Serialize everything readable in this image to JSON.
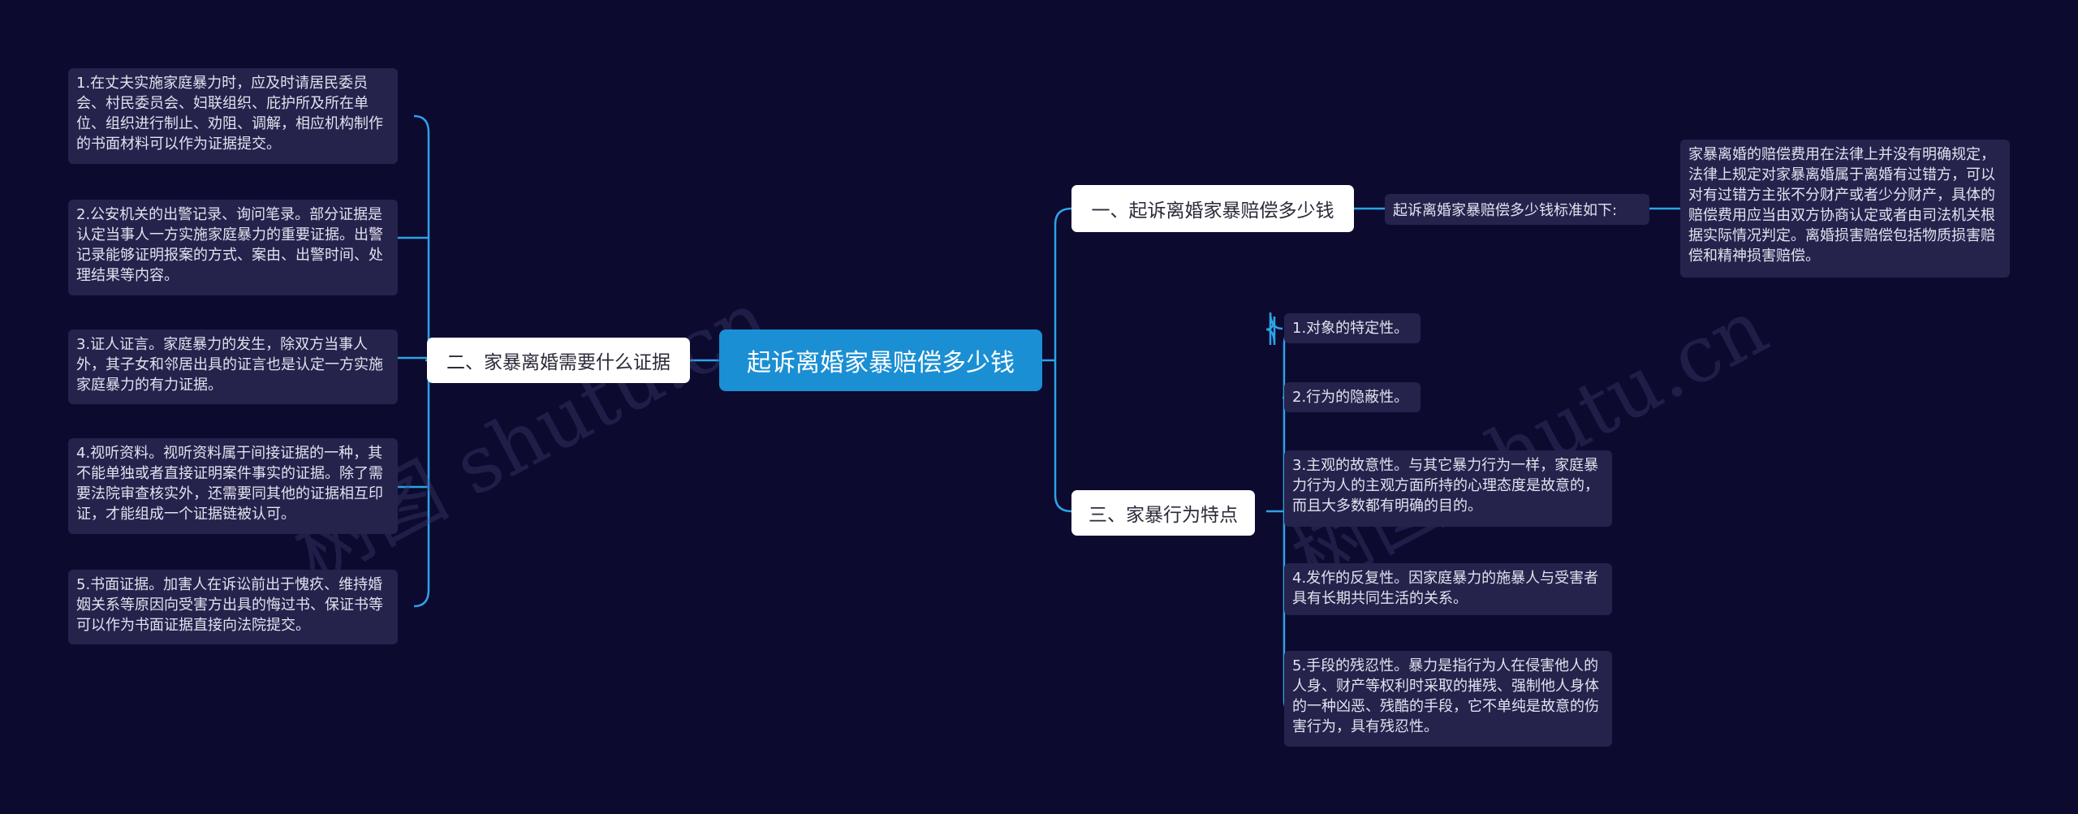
{
  "mindmap": {
    "root": "起诉离婚家暴赔偿多少钱",
    "branch_compensation": {
      "label": "一、起诉离婚家暴赔偿多少钱",
      "note": "起诉离婚家暴赔偿多少钱标准如下:",
      "detail": "家暴离婚的赔偿费用在法律上并没有明确规定，法律上规定对家暴离婚属于离婚有过错方，可以对有过错方主张不分财产或者少分财产，具体的赔偿费用应当由双方协商认定或者由司法机关根据实际情况判定。离婚损害赔偿包括物质损害赔偿和精神损害赔偿。"
    },
    "branch_evidence": {
      "label": "二、家暴离婚需要什么证据",
      "items": [
        "1.在丈夫实施家庭暴力时，应及时请居民委员会、村民委员会、妇联组织、庇护所及所在单位、组织进行制止、劝阻、调解，相应机构制作的书面材料可以作为证据提交。",
        "2.公安机关的出警记录、询问笔录。部分证据是认定当事人一方实施家庭暴力的重要证据。出警记录能够证明报案的方式、案由、出警时间、处理结果等内容。",
        "3.证人证言。家庭暴力的发生，除双方当事人外，其子女和邻居出具的证言也是认定一方实施家庭暴力的有力证据。",
        "4.视听资料。视听资料属于间接证据的一种，其不能单独或者直接证明案件事实的证据。除了需要法院审查核实外，还需要同其他的证据相互印证，才能组成一个证据链被认可。",
        "5.书面证据。加害人在诉讼前出于愧疚、维持婚姻关系等原因向受害方出具的悔过书、保证书等可以作为书面证据直接向法院提交。"
      ]
    },
    "branch_features": {
      "label": "三、家暴行为特点",
      "items": [
        "1.对象的特定性。",
        "2.行为的隐蔽性。",
        "3.主观的故意性。与其它暴力行为一样，家庭暴力行为人的主观方面所持的心理态度是故意的，而且大多数都有明确的目的。",
        "4.发作的反复性。因家庭暴力的施暴人与受害者具有长期共同生活的关系。",
        "5.手段的残忍性。暴力是指行为人在侵害他人的人身、财产等权利时采取的摧残、强制他人身体的一种凶恶、残酷的手段，它不单纯是故意的伤害行为，具有残忍性。"
      ]
    },
    "watermark_text": "树图 shutu.cn",
    "colors": {
      "background": "#0c0a2e",
      "root": "#1b8fd3",
      "line": "#2aa3e8",
      "leaf": "#25234c"
    }
  }
}
